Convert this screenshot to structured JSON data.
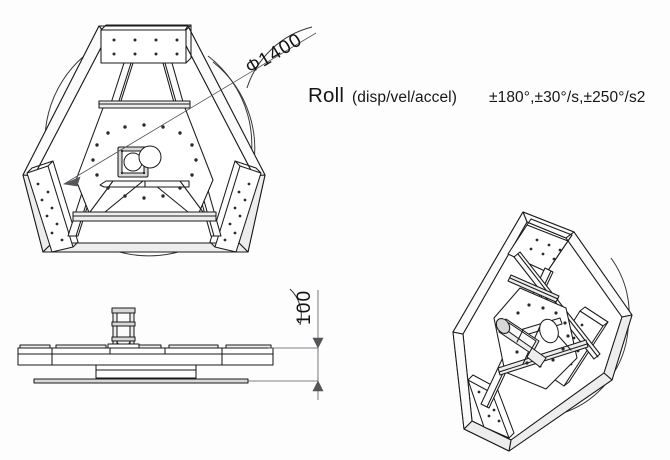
{
  "drawing": {
    "background_color": "#fefdfd",
    "line_color": "#1a1a1a",
    "dimension_color": "#55565a"
  },
  "annotations": {
    "diameter": {
      "symbol": "Φ",
      "value": "1400",
      "full": "Φ 1400",
      "rotation_deg": -31
    },
    "height": {
      "value": "100",
      "rotation_deg": -90
    }
  },
  "spec": {
    "axis_label": "Roll",
    "quantities": "(disp/vel/accel)",
    "values": "±180°,±30°/s,±250°/s2",
    "displacement": "±180°",
    "velocity": "±30°/s",
    "acceleration": "±250°/s2"
  },
  "views": {
    "front": {
      "name": "front-elevation-hexagonal-frame"
    },
    "side": {
      "name": "side-elevation-platform"
    },
    "iso": {
      "name": "isometric-tilted-frame"
    }
  }
}
